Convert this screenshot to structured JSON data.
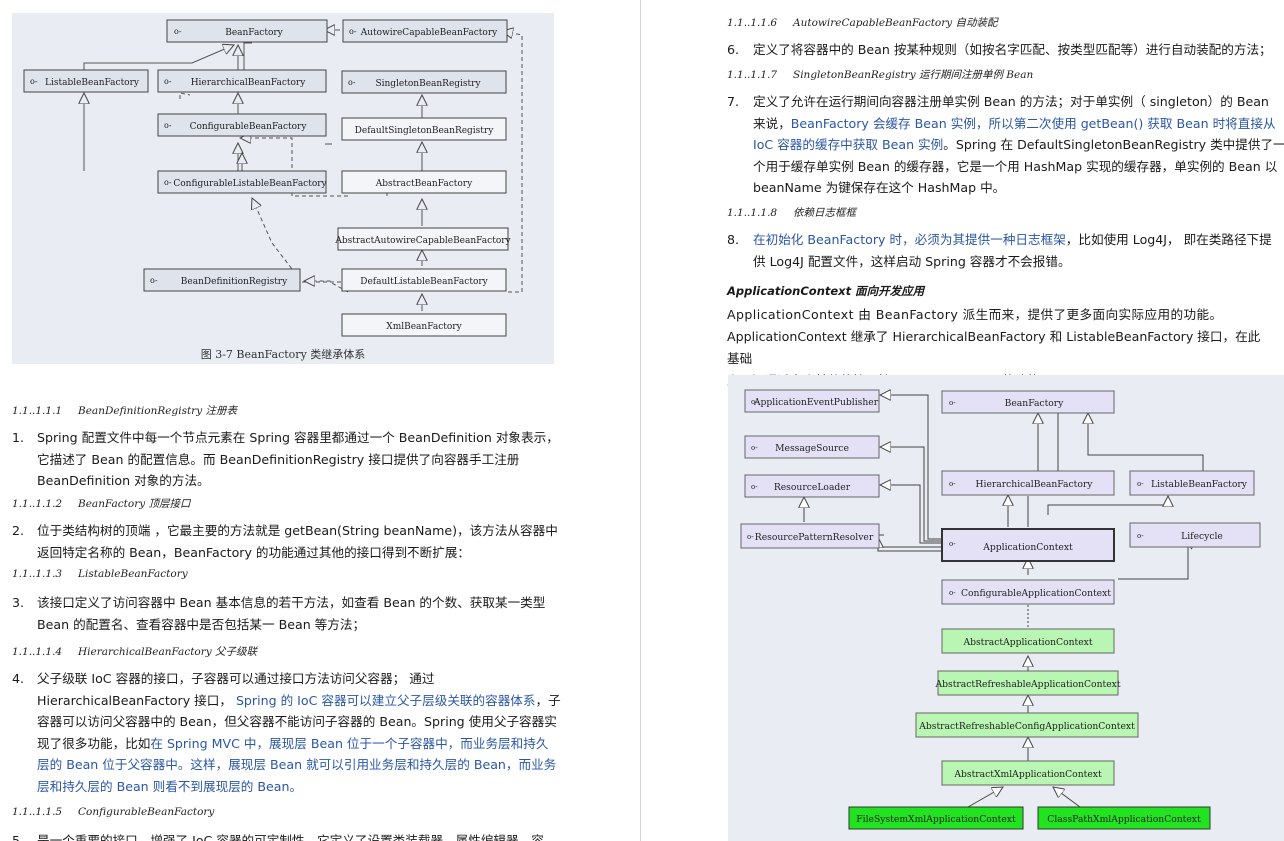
{
  "left": {
    "figure1": {
      "caption": "图 3-7   BeanFactory 类继承体系",
      "nodes": {
        "bf": "BeanFactory",
        "acbf": "AutowireCapableBeanFactory",
        "lbf": "ListableBeanFactory",
        "hbf": "HierarchicalBeanFactory",
        "sbr": "SingletonBeanRegistry",
        "cbf": "ConfigurableBeanFactory",
        "dsbr": "DefaultSingletonBeanRegistry",
        "clbf": "ConfigurableListableBeanFactory",
        "abf": "AbstractBeanFactory",
        "aacbf": "AbstractAutowireCapableBeanFactory",
        "bdr": "BeanDefinitionRegistry",
        "dlbf": "DefaultListableBeanFactory",
        "xbf": "XmlBeanFactory"
      }
    },
    "sections": [
      {
        "heading_num": "1.1..1.1.1",
        "heading_text": "BeanDefinitionRegistry 注册表",
        "item_num": "1.",
        "lines": [
          [
            {
              "t": "Spring 配置文件中每一个节点元素在 Spring 容器里都通过一个 BeanDefinition 对象表示，",
              "c": ""
            }
          ],
          [
            {
              "t": "它描述了 Bean 的配置信息。而 BeanDefinitionRegistry 接口提供了向容器手工注册",
              "c": ""
            }
          ],
          [
            {
              "t": "BeanDefinition 对象的方法。",
              "c": ""
            }
          ]
        ]
      },
      {
        "heading_num": "1.1..1.1.2",
        "heading_text": "BeanFactory 顶层接口",
        "item_num": "2.",
        "lines": [
          [
            {
              "t": "位于类结构树的顶端 ，它最主要的方法就是 getBean(String beanName)，该方法从容器中",
              "c": ""
            }
          ],
          [
            {
              "t": "返回特定名称的 Bean，BeanFactory 的功能通过其他的接口得到不断扩展：",
              "c": ""
            }
          ]
        ]
      },
      {
        "heading_num": "1.1..1.1.3",
        "heading_text": "ListableBeanFactory",
        "item_num": "3.",
        "lines": [
          [
            {
              "t": "该接口定义了访问容器中 Bean 基本信息的若干方法，如查看 Bean 的个数、获取某一类型",
              "c": ""
            }
          ],
          [
            {
              "t": "Bean 的配置名、查看容器中是否包括某一 Bean 等方法；",
              "c": ""
            }
          ]
        ]
      },
      {
        "heading_num": "1.1..1.1.4",
        "heading_text": "HierarchicalBeanFactory 父子级联",
        "item_num": "4.",
        "lines": [
          [
            {
              "t": "父子级联 IoC 容器的接口，子容器可以通过接口方法访问父容器； 通过",
              "c": ""
            }
          ],
          [
            {
              "t": "HierarchicalBeanFactory 接口， ",
              "c": ""
            },
            {
              "t": "Spring 的 IoC 容器可以建立父子层级关联的容器体系",
              "c": "blue"
            },
            {
              "t": "，子",
              "c": ""
            }
          ],
          [
            {
              "t": "容器可以访问父容器中的 Bean，但父容器不能访问子容器的 Bean。Spring 使用父子容器实",
              "c": ""
            }
          ],
          [
            {
              "t": "现了很多功能，比如",
              "c": ""
            },
            {
              "t": "在 Spring MVC 中，展现层 Bean 位于一个子容器中，而业务层和持久",
              "c": "blue"
            }
          ],
          [
            {
              "t": "层的 Bean 位于父容器中。这样，展现层 Bean 就可以引用业务层和持久层的 Bean，而业务",
              "c": "blue"
            }
          ],
          [
            {
              "t": "层和持久层的 Bean 则看不到展现层的 Bean。",
              "c": "blue"
            }
          ]
        ]
      },
      {
        "heading_num": "1.1..1.1.5",
        "heading_text": "ConfigurableBeanFactory",
        "item_num": "5.",
        "lines": [
          [
            {
              "t": "是一个重要的接口，增强了 IoC 容器的可定制性，它定义了设置类装载器、属性编辑器、容",
              "c": ""
            }
          ]
        ]
      }
    ]
  },
  "right": {
    "sections": [
      {
        "heading_num": "1.1..1.1.6",
        "heading_text": "AutowireCapableBeanFactory 自动装配",
        "item_num": "6.",
        "lines": [
          [
            {
              "t": "定义了将容器中的 Bean 按某种规则（如按名字匹配、按类型匹配等）进行自动装配的方法；",
              "c": ""
            }
          ]
        ]
      },
      {
        "heading_num": "1.1..1.1.7",
        "heading_text": "SingletonBeanRegistry 运行期间注册单例 Bean",
        "item_num": "7.",
        "lines": [
          [
            {
              "t": "定义了允许在运行期间向容器注册单实例 Bean 的方法；对于单实例（ singleton）的 Bean",
              "c": ""
            }
          ],
          [
            {
              "t": "来说，",
              "c": ""
            },
            {
              "t": "BeanFactory 会缓存 Bean 实例，所以第二次使用 getBean() 获取 Bean 时将直接从",
              "c": "blue"
            }
          ],
          [
            {
              "t": "IoC 容器的缓存中获取 Bean 实例",
              "c": "blue"
            },
            {
              "t": "。Spring 在 DefaultSingletonBeanRegistry 类中提供了一",
              "c": ""
            }
          ],
          [
            {
              "t": "个用于缓存单实例 Bean 的缓存器，它是一个用 HashMap 实现的缓存器，单实例的 Bean 以",
              "c": ""
            }
          ],
          [
            {
              "t": "beanName 为键保存在这个 HashMap 中。",
              "c": ""
            }
          ]
        ]
      },
      {
        "heading_num": "1.1..1.1.8",
        "heading_text": "依赖日志框框",
        "item_num": "8.",
        "lines": [
          [
            {
              "t": "在初始化 BeanFactory 时，必须为其提供一种日志框架",
              "c": "blue"
            },
            {
              "t": "，比如使用 Log4J， 即在类路径下提",
              "c": ""
            }
          ],
          [
            {
              "t": "供 Log4J 配置文件，这样启动 Spring 容器才不会报错。",
              "c": ""
            }
          ]
        ]
      }
    ],
    "subheading": "ApplicationContext 面向开发应用",
    "paragraph": [
      "ApplicationContext 由 BeanFactory 派生而来，提供了更多面向实际应用的功能。",
      "ApplicationContext 继承了 HierarchicalBeanFactory 和 ListableBeanFactory 接口，在此基础",
      "上，还通过多个其他的接口扩展了 BeanFactory 的功能:"
    ],
    "figure2": {
      "nodes": {
        "aep": "ApplicationEventPublisher",
        "bf": "BeanFactory",
        "ms": "MessageSource",
        "rl": "ResourceLoader",
        "hbf": "HierarchicalBeanFactory",
        "lbf": "ListableBeanFactory",
        "rpr": "ResourcePatternResolver",
        "ac": "ApplicationContext",
        "lc": "Lifecycle",
        "cac": "ConfigurableApplicationContext",
        "aac": "AbstractApplicationContext",
        "arac": "AbstractRefreshableApplicationContext",
        "arcac": "AbstractRefreshableConfigApplicationContext",
        "axac": "AbstractXmlApplicationContext",
        "fsxac": "FileSystemXmlApplicationContext",
        "cpxac": "ClassPathXmlApplicationContext"
      }
    }
  }
}
